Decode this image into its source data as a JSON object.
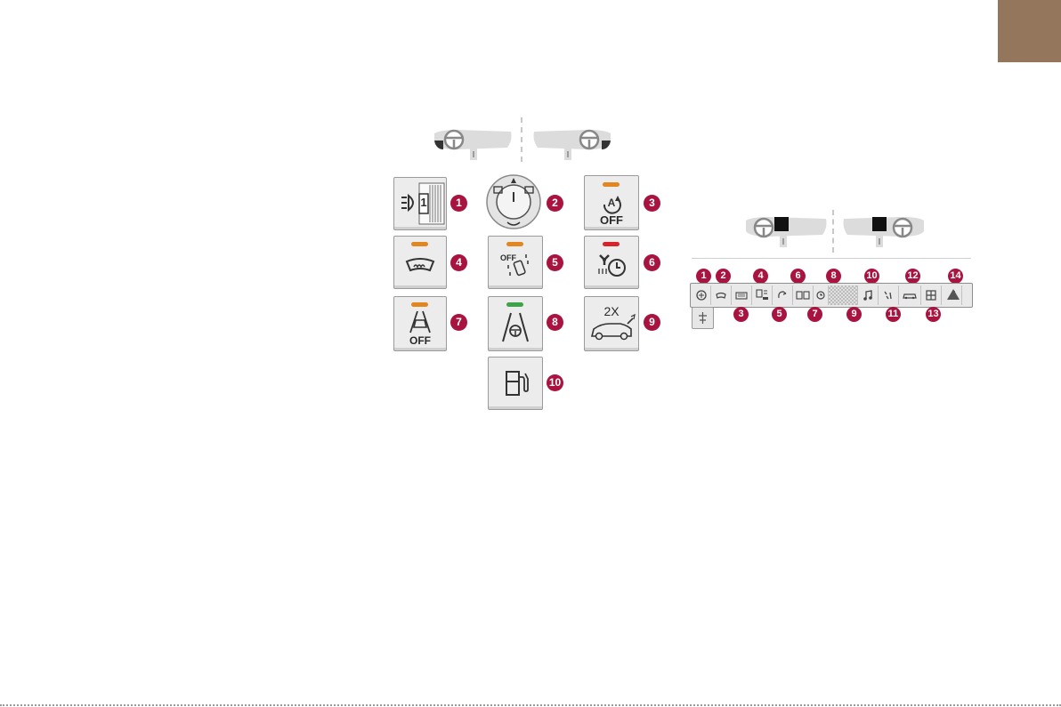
{
  "colors": {
    "accent_tab": "#94765c",
    "marker": "#a8133f",
    "led_orange": "#e2861f",
    "led_red": "#d8232a",
    "led_green": "#3fa34a"
  },
  "left_panel": {
    "buttons": [
      {
        "id": "1",
        "icon": "headlamp-height-adjust-icon",
        "text": "1"
      },
      {
        "id": "2",
        "icon": "mirror-adjust-knob-icon",
        "text": ""
      },
      {
        "id": "3",
        "icon": "stop-start-off-icon",
        "text": "OFF",
        "led": "orange"
      },
      {
        "id": "4",
        "icon": "windscreen-demist-icon",
        "text": "",
        "led": "orange"
      },
      {
        "id": "5",
        "icon": "parking-sensors-off-icon",
        "text": "OFF",
        "led": "orange"
      },
      {
        "id": "6",
        "icon": "programmable-heating-icon",
        "text": "",
        "led": "red"
      },
      {
        "id": "7",
        "icon": "lane-departure-off-icon",
        "text": "OFF",
        "led": "orange"
      },
      {
        "id": "8",
        "icon": "lane-keeping-assist-icon",
        "text": "",
        "led": "green"
      },
      {
        "id": "9",
        "icon": "tailgate-open-icon",
        "text": "2X"
      },
      {
        "id": "10",
        "icon": "fuel-flap-icon",
        "text": ""
      }
    ]
  },
  "right_panel": {
    "top_markers": [
      "1",
      "2",
      "4",
      "6",
      "8",
      "10",
      "12",
      "14"
    ],
    "bottom_markers": [
      "3",
      "5",
      "7",
      "9",
      "11",
      "13"
    ]
  }
}
